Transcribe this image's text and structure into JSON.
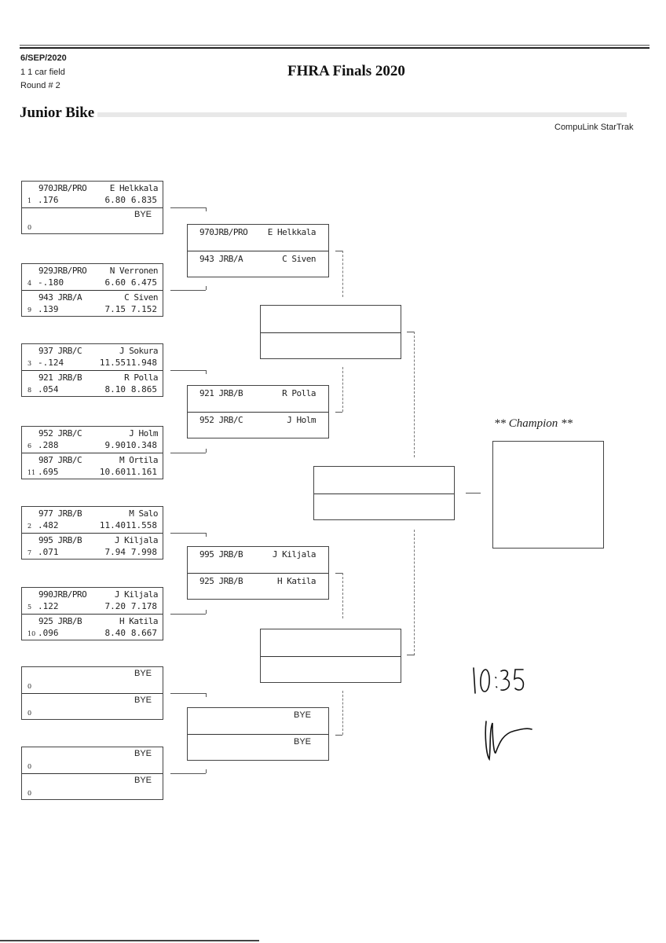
{
  "header": {
    "date": "6/SEP/2020",
    "field": "1 1 car field",
    "round": "Round # 2",
    "title": "FHRA Finals 2020",
    "class_name": "Junior Bike",
    "brand": "CompuLink StarTrak"
  },
  "round1": [
    {
      "top": {
        "lane": "1",
        "car": "970JRB/PRO",
        "driver": "E Helkkala",
        "reaction": ".176",
        "dial": "6.80",
        "et": "6.835"
      },
      "bottom": {
        "lane": "0",
        "bye": "BYE"
      }
    },
    {
      "top": {
        "lane": "4",
        "car": "929JRB/PRO",
        "driver": "N Verronen",
        "reaction": "-.180",
        "dial": "6.60",
        "et": "6.475"
      },
      "bottom": {
        "lane": "9",
        "car": "943 JRB/A",
        "driver": "C Siven",
        "reaction": ".139",
        "dial": "7.15",
        "et": "7.152"
      }
    },
    {
      "top": {
        "lane": "3",
        "car": "937 JRB/C",
        "driver": "J Sokura",
        "reaction": "-.124",
        "dial": "11.55",
        "et": "11.948"
      },
      "bottom": {
        "lane": "8",
        "car": "921 JRB/B",
        "driver": "R Polla",
        "reaction": ".054",
        "dial": "8.10",
        "et": "8.865"
      }
    },
    {
      "top": {
        "lane": "6",
        "car": "952 JRB/C",
        "driver": "J Holm",
        "reaction": ".288",
        "dial": "9.90",
        "et": "10.348"
      },
      "bottom": {
        "lane": "11",
        "car": "987 JRB/C",
        "driver": "M Ortila",
        "reaction": ".695",
        "dial": "10.60",
        "et": "11.161"
      }
    },
    {
      "top": {
        "lane": "2",
        "car": "977 JRB/B",
        "driver": "M Salo",
        "reaction": ".482",
        "dial": "11.40",
        "et": "11.558"
      },
      "bottom": {
        "lane": "7",
        "car": "995 JRB/B",
        "driver": "J Kiljala",
        "reaction": ".071",
        "dial": "7.94",
        "et": "7.998"
      }
    },
    {
      "top": {
        "lane": "5",
        "car": "990JRB/PRO",
        "driver": "J Kiljala",
        "reaction": ".122",
        "dial": "7.20",
        "et": "7.178"
      },
      "bottom": {
        "lane": "10",
        "car": "925 JRB/B",
        "driver": "H Katila",
        "reaction": ".096",
        "dial": "8.40",
        "et": "8.667"
      }
    },
    {
      "top": {
        "lane": "0",
        "bye": "BYE"
      },
      "bottom": {
        "lane": "0",
        "bye": "BYE"
      }
    },
    {
      "top": {
        "lane": "0",
        "bye": "BYE"
      },
      "bottom": {
        "lane": "0",
        "bye": "BYE"
      }
    }
  ],
  "round2": [
    {
      "top": {
        "car": "970JRB/PRO",
        "driver": "E Helkkala"
      },
      "bottom": {
        "car": "943 JRB/A",
        "driver": "C Siven"
      }
    },
    {
      "top": {
        "car": "921 JRB/B",
        "driver": "R Polla"
      },
      "bottom": {
        "car": "952 JRB/C",
        "driver": "J Holm"
      }
    },
    {
      "top": {
        "car": "995 JRB/B",
        "driver": "J Kiljala"
      },
      "bottom": {
        "car": "925 JRB/B",
        "driver": "H Katila"
      }
    },
    {
      "top": {
        "bye": "BYE"
      },
      "bottom": {
        "bye": "BYE"
      }
    }
  ],
  "semifinal": [
    {
      "top": {},
      "bottom": {}
    },
    {
      "top": {},
      "bottom": {}
    }
  ],
  "final": {
    "top": {},
    "bottom": {}
  },
  "champion": {
    "label": "** Champion **",
    "name": ""
  },
  "annotations": {
    "handwritten_time": "10:35",
    "handwritten_signature": "signature"
  }
}
